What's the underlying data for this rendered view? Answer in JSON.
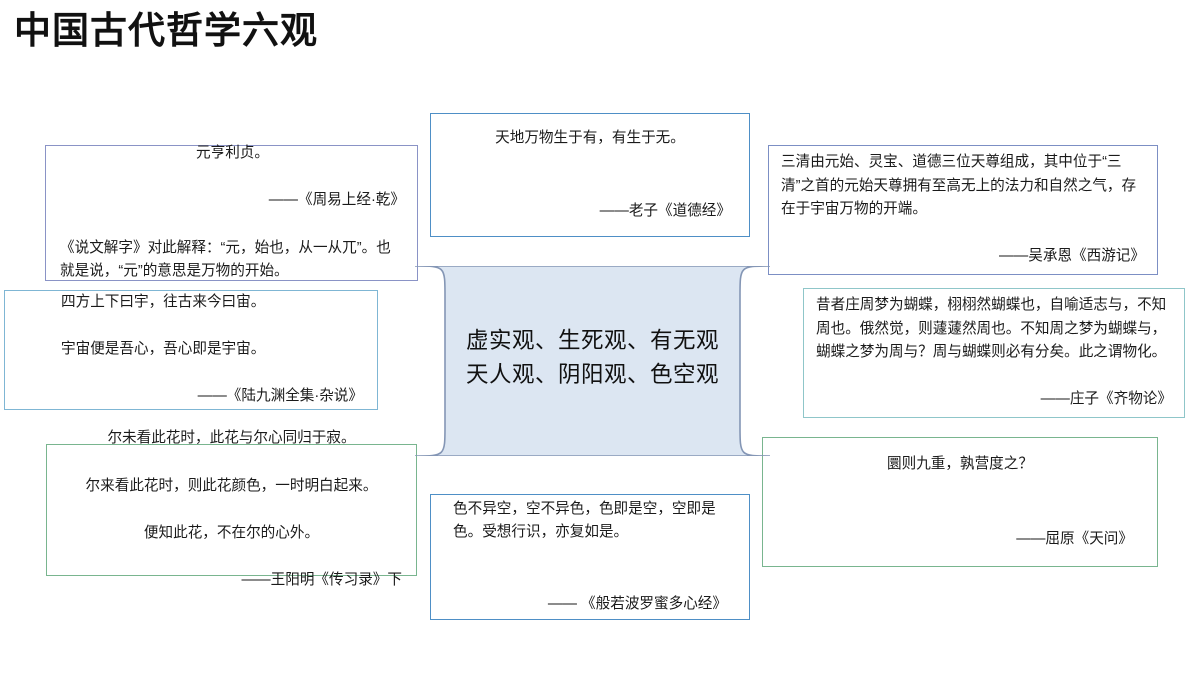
{
  "slide": {
    "title": "中国古代哲学六观",
    "background_color": "#ffffff",
    "title_color": "#111111"
  },
  "center": {
    "text": "虚实观、生死观、有无观\n天人观、阴阳观、色空观",
    "fill_color": "#dce6f2",
    "border_color": "#8496b5"
  },
  "cards": {
    "zhouyi": {
      "text": "元亨利贞。\n——《周易上经·乾》\n《说文解字》对此解释：“元，始也，从一从兀”。也就是说，“元”的意思是万物的开始。",
      "line1": "元亨利贞。",
      "line2": "——《周易上经·乾》",
      "line3": "《说文解字》对此解释：“元，始也，从一从兀”。也就是说，“元”的意思是万物的开始。",
      "border_color": "#8a93c6"
    },
    "daodejing": {
      "quote": "天地万物生于有，有生于无。",
      "attribution": "——老子《道德经》",
      "border_color": "#4e8fc6"
    },
    "xiyouji": {
      "quote": "三清由元始、灵宝、道德三位天尊组成，其中位于“三清”之首的元始天尊拥有至高无上的法力和自然之气，存在于宇宙万物的开端。",
      "attribution": "——吴承恩《西游记》",
      "border_color": "#7c8fc4"
    },
    "zhuangzi": {
      "quote": "昔者庄周梦为蝴蝶，栩栩然蝴蝶也，自喻适志与，不知周也。俄然觉，则蘧蘧然周也。不知周之梦为蝴蝶与，蝴蝶之梦为周与？周与蝴蝶则必有分矣。此之谓物化。",
      "attribution": "——庄子《齐物论》",
      "border_color": "#8fc6c9"
    },
    "lujiuyuan": {
      "line1": "四方上下曰宇，往古来今曰宙。",
      "line2": "宇宙便是吾心，吾心即是宇宙。",
      "attribution": "——《陆九渊全集·杂说》",
      "border_color": "#7fb6d4"
    },
    "wangyangming": {
      "line1": "尔未看此花时，此花与尔心同归于寂。",
      "line2": "尔来看此花时，则此花颜色，一时明白起来。",
      "line3": "便知此花，不在尔的心外。",
      "attribution": "——王阳明《传习录》下",
      "border_color": "#79b58f"
    },
    "xinjing": {
      "quote": "色不异空，空不异色，色即是空，空即是色。受想行识，亦复如是。",
      "attribution": "—— 《般若波罗蜜多心经》",
      "border_color": "#4e8fc6"
    },
    "quyuan": {
      "quote": "圜则九重，孰营度之？",
      "attribution": "——屈原《天问》",
      "border_color": "#79b58f"
    }
  }
}
